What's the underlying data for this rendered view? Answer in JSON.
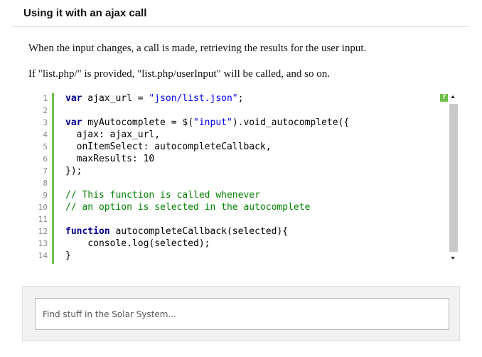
{
  "section": {
    "heading": "Using it with an ajax call",
    "paragraph_1": "When the input changes, a call is made, retrieving the results for the user input.",
    "paragraph_2": "If \"list.php/\" is provided, \"list.php/userInput\" will be called, and so on."
  },
  "code_block": {
    "line_numbers": [
      "1",
      "2",
      "3",
      "4",
      "5",
      "6",
      "7",
      "8",
      "9",
      "10",
      "11",
      "12",
      "13",
      "14"
    ],
    "lines": [
      [
        {
          "t": "var",
          "c": "kw"
        },
        {
          "t": " ajax_url = ",
          "c": ""
        },
        {
          "t": "\"json/list.json\"",
          "c": "str"
        },
        {
          "t": ";",
          "c": ""
        }
      ],
      [],
      [
        {
          "t": "var",
          "c": "kw"
        },
        {
          "t": " myAutocomplete = $(",
          "c": ""
        },
        {
          "t": "\"input\"",
          "c": "str"
        },
        {
          "t": ").void_autocomplete({",
          "c": ""
        }
      ],
      [
        {
          "t": "  ajax: ajax_url,",
          "c": ""
        }
      ],
      [
        {
          "t": "  onItemSelect: autocompleteCallback,",
          "c": ""
        }
      ],
      [
        {
          "t": "  maxResults: 10",
          "c": ""
        }
      ],
      [
        {
          "t": "});",
          "c": ""
        }
      ],
      [],
      [
        {
          "t": "// This function is called whenever",
          "c": "com"
        }
      ],
      [
        {
          "t": "// an option is selected in the autocomplete",
          "c": "com"
        }
      ],
      [],
      [
        {
          "t": "function",
          "c": "kw"
        },
        {
          "t": " autocompleteCallback(selected){",
          "c": ""
        }
      ],
      [
        {
          "t": "    console.log(selected);",
          "c": ""
        }
      ],
      [
        {
          "t": "}",
          "c": ""
        }
      ]
    ],
    "help_icon_label": "?",
    "accent_color": "#6ec051"
  },
  "demo": {
    "search_placeholder": "Find stuff in the Solar System...",
    "search_value": ""
  }
}
